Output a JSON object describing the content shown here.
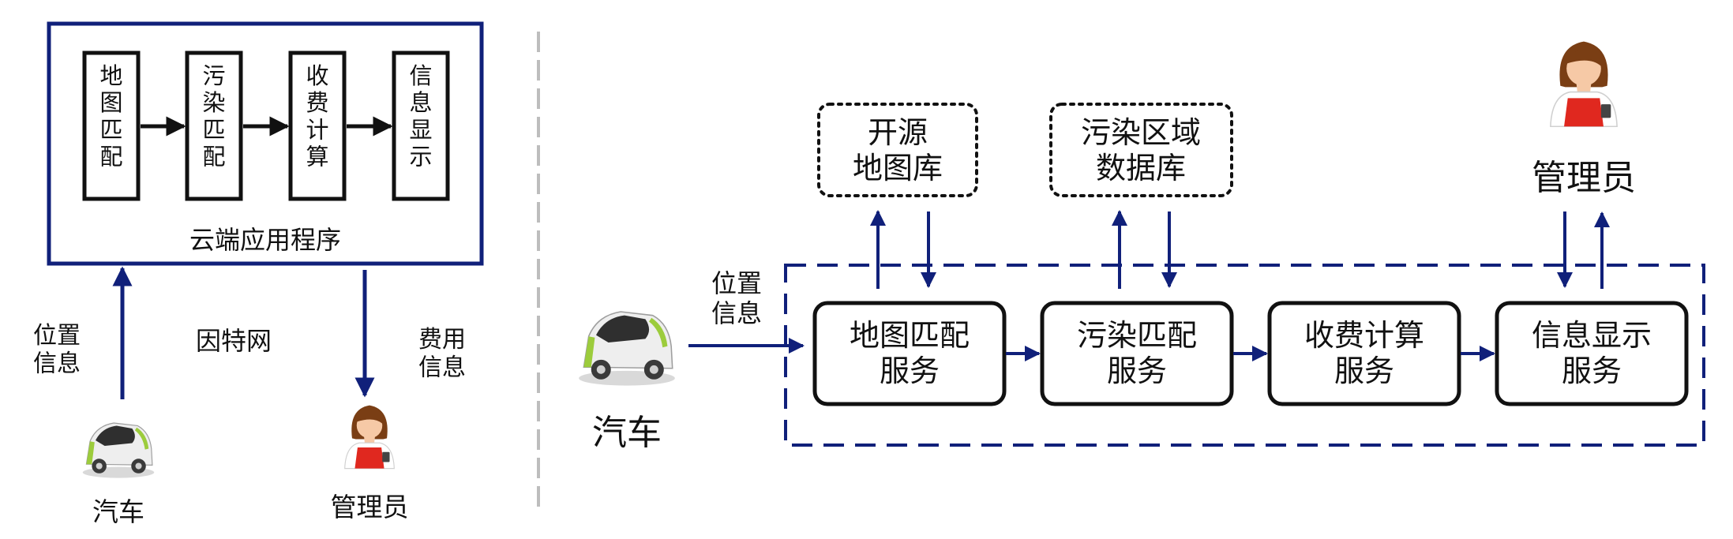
{
  "colors": {
    "navy": "#10207a",
    "black": "#111111",
    "divider": "#bdbdbd",
    "car_body": "#eeeeee",
    "car_accent": "#9ccc3c",
    "car_window": "#2f2f2f",
    "skin": "#f6c9a6",
    "hair": "#7a3e14",
    "uniform_red": "#e0281f"
  },
  "left": {
    "cloud_label": "云端应用程序",
    "stages": [
      {
        "text": "地\n图\n匹\n配"
      },
      {
        "text": "污\n染\n匹\n配"
      },
      {
        "text": "收\n费\n计\n算"
      },
      {
        "text": "信\n息\n显\n示"
      }
    ],
    "internet_label": "因特网",
    "position_info": "位置\n信息",
    "fee_info": "费用\n信息",
    "car_label": "汽车",
    "admin_label": "管理员"
  },
  "right": {
    "databases": [
      {
        "text": "开源\n地图库"
      },
      {
        "text": "污染区域\n数据库"
      }
    ],
    "services": [
      {
        "text": "地图匹配\n服务"
      },
      {
        "text": "污染匹配\n服务"
      },
      {
        "text": "收费计算\n服务"
      },
      {
        "text": "信息显示\n服务"
      }
    ],
    "position_info": "位置\n信息",
    "car_label": "汽车",
    "admin_label": "管理员"
  }
}
